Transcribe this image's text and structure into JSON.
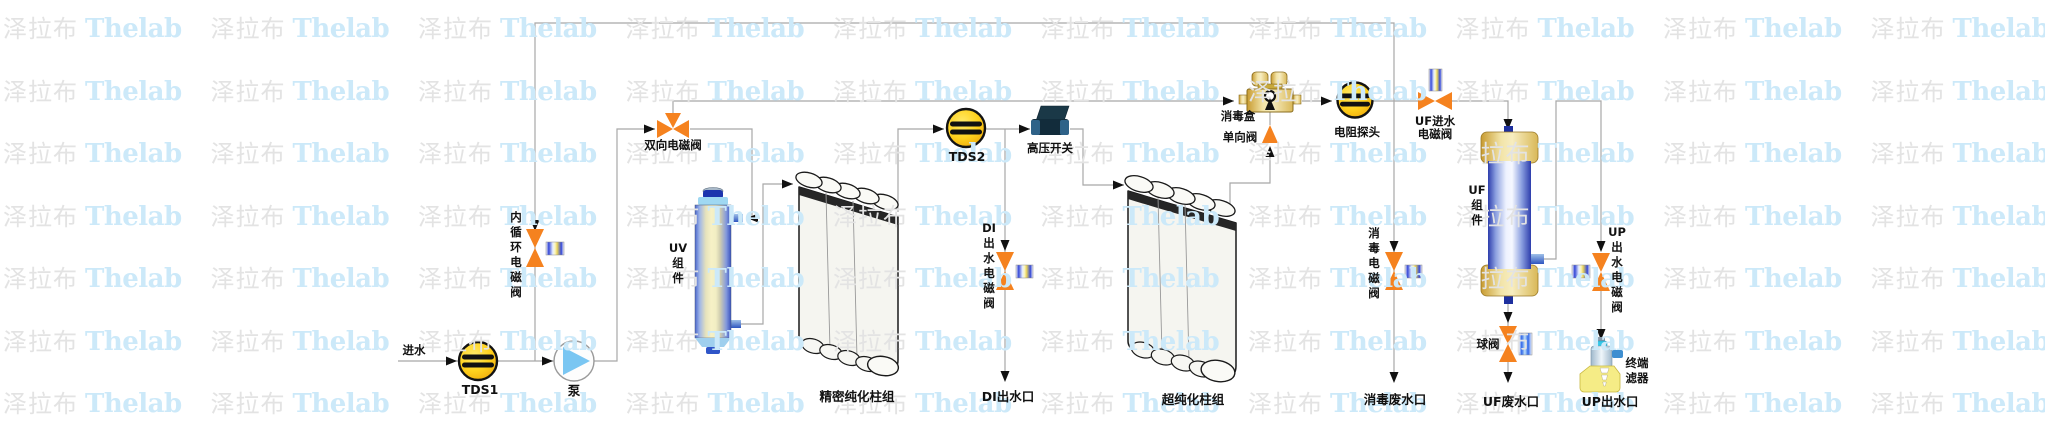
{
  "watermark": {
    "cn": "泽拉布",
    "en": "Thelab"
  },
  "diagram": {
    "inlet": "进水",
    "tds1": "TDS1",
    "pump": "泵",
    "internal_circ_valve": "内循环电磁阀",
    "bidirectional_valve": "双向电磁阀",
    "uv_module": "UV组件",
    "precision_column_group": "精密纯化柱组",
    "tds2": "TDS2",
    "high_pressure_switch": "高压开关",
    "di_out_valve": "DI出水电磁阀",
    "di_outlet": "DI出水口",
    "ultra_column_group": "超纯化柱组",
    "disinfection_box": "消毒盒",
    "check_valve": "单向阀",
    "resistance_probe": "电阻探头",
    "uf_inlet_valve_lines": [
      "UF进水",
      "电磁阀"
    ],
    "uf_module": "UF组件",
    "disinfection_valve": "消毒电磁阀",
    "disinfection_waste_outlet": "消毒废水口",
    "ball_valve": "球阀",
    "uf_waste_outlet": "UF废水口",
    "up_out_valve": "UP出水电磁阀",
    "terminal_filter_lines": [
      "终端",
      "滤器"
    ],
    "up_outlet": "UP出水口"
  },
  "colors": {
    "pipe": "#a8a8a8",
    "valve_orange": "#F5821F",
    "sensor_yellow": "#FFD21E",
    "device_navy": "#15404F",
    "device_gold": "#E8C96A",
    "watermark_cn": "#e3e3e3",
    "watermark_en": "#cce9f9"
  }
}
